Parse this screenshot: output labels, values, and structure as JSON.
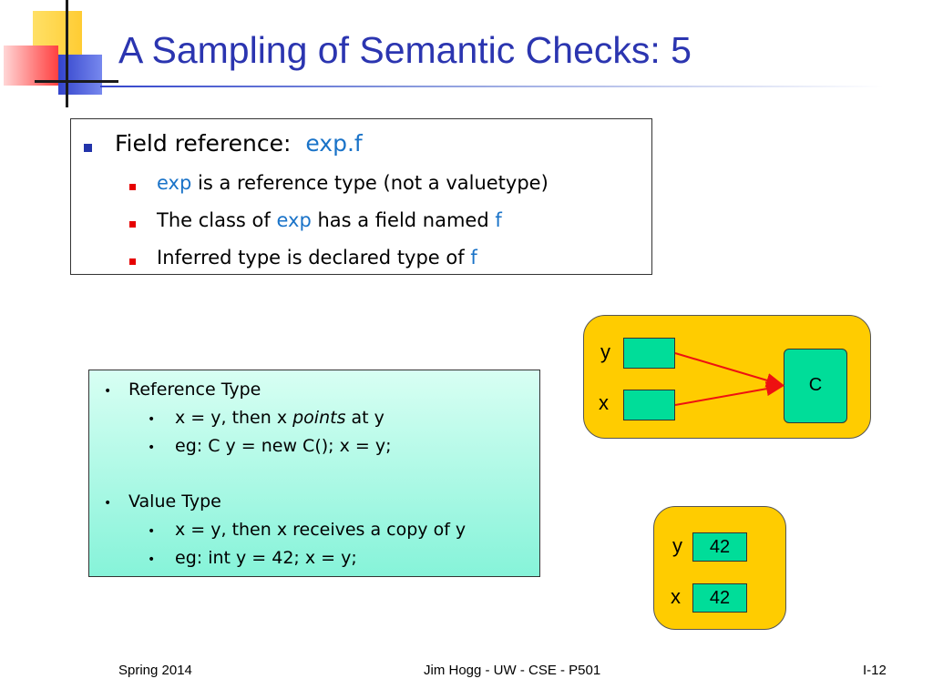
{
  "slide": {
    "title": "A Sampling of Semantic Checks: 5"
  },
  "field_box": {
    "heading_label": "Field reference:",
    "heading_code": "exp.f",
    "bullets": [
      {
        "parts": [
          {
            "text": "exp",
            "style": "blue"
          },
          {
            "text": " is a reference type (not a valuetype)",
            "style": "plain"
          }
        ]
      },
      {
        "parts": [
          {
            "text": "The class of ",
            "style": "plain"
          },
          {
            "text": "exp",
            "style": "blue"
          },
          {
            "text": " has a field named ",
            "style": "plain"
          },
          {
            "text": "f",
            "style": "blue"
          }
        ]
      },
      {
        "parts": [
          {
            "text": "Inferred type is declared type of ",
            "style": "plain"
          },
          {
            "text": "f",
            "style": "blue"
          }
        ]
      }
    ]
  },
  "types_box": {
    "reference_heading": "Reference Type",
    "reference_line1_pre": "x = y, then x ",
    "reference_line1_em": "points",
    "reference_line1_post": " at y",
    "reference_line2": "eg: C y = new C(); x = y;",
    "value_heading": "Value Type",
    "value_line1": "x = y, then x receives a copy of y",
    "value_line2": "eg: int y = 42; x = y;"
  },
  "ref_diagram": {
    "label_y": "y",
    "label_x": "x",
    "object_label": "C",
    "arrow_color": "#ee1111"
  },
  "val_diagram": {
    "label_y": "y",
    "label_x": "x",
    "y_value": "42",
    "x_value": "42"
  },
  "footer": {
    "left": "Spring 2014",
    "center": "Jim Hogg - UW - CSE - P501",
    "right": "I-12"
  },
  "colors": {
    "title": "#2b35b0",
    "code_blue": "#1a73c8",
    "panel_yellow": "#ffcc00",
    "cell_green": "#00dd99"
  }
}
